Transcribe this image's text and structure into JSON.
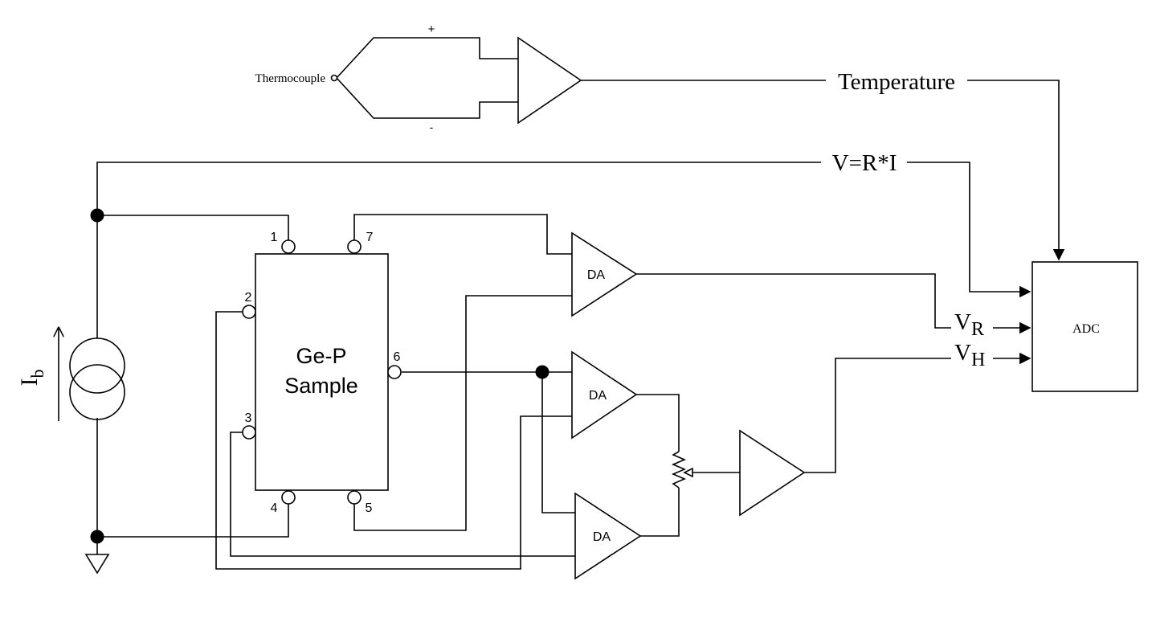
{
  "thermocouple": {
    "label": "Thermocouple",
    "plus": "+",
    "minus": "-"
  },
  "signals": {
    "temperature": "Temperature",
    "vri": "V=R*I",
    "vr_main": "V",
    "vr_sub": "R",
    "vh_main": "V",
    "vh_sub": "H"
  },
  "sample": {
    "line1": "Ge-P",
    "line2": "Sample",
    "pins": [
      "1",
      "2",
      "3",
      "4",
      "5",
      "6",
      "7"
    ]
  },
  "amplifiers": {
    "da_top": "DA",
    "da_mid": "DA",
    "da_bottom": "DA"
  },
  "adc": {
    "label": "ADC"
  },
  "source": {
    "current_main": "I",
    "current_sub": "b"
  }
}
